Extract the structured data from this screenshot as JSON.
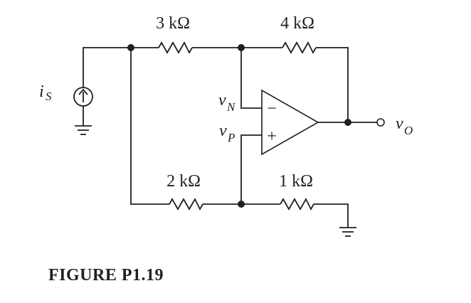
{
  "figure": {
    "caption": "FIGURE P1.19"
  },
  "circuit": {
    "resistors": [
      {
        "id": "r-3k",
        "label": "3 kΩ"
      },
      {
        "id": "r-4k",
        "label": "4 kΩ"
      },
      {
        "id": "r-2k",
        "label": "2 kΩ"
      },
      {
        "id": "r-1k",
        "label": "1 kΩ"
      }
    ],
    "source": {
      "var": "i",
      "sub": "S"
    },
    "inverting_input": {
      "var": "v",
      "sub": "N",
      "sign": "−"
    },
    "noninverting_input": {
      "var": "v",
      "sub": "P",
      "sign": "+"
    },
    "output": {
      "var": "v",
      "sub": "O"
    }
  }
}
